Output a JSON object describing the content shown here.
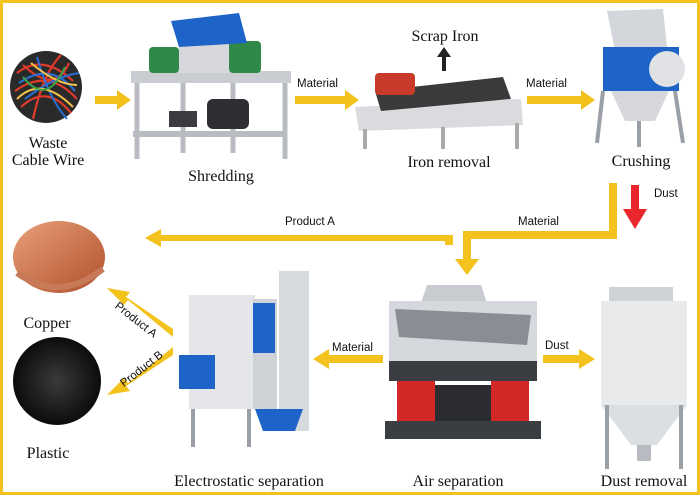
{
  "nodes": {
    "waste_cable": {
      "line1": "Waste",
      "line2": "Cable Wire"
    },
    "shredding": "Shredding",
    "iron_removal": "Iron removal",
    "scrap_iron": "Scrap Iron",
    "crushing": "Crushing",
    "dust_removal": "Dust removal",
    "air_separation": "Air separation",
    "electrostatic_separation": "Electrostatic separation",
    "copper": "Copper",
    "plastic": "Plastic"
  },
  "edges": {
    "shred_to_iron": "Material",
    "iron_to_crush": "Material",
    "crush_to_air": "Material",
    "crush_dust": "Dust",
    "air_to_dust": "Dust",
    "air_to_electro": "Material",
    "air_to_copper": "Product A",
    "electro_to_copper": "Product A",
    "electro_to_plastic": "Product B"
  },
  "colors": {
    "border": "#f4c21c",
    "arrow": "#f4c21c",
    "dust_arrow": "#e8262b",
    "scrap_arrow": "#222222"
  }
}
